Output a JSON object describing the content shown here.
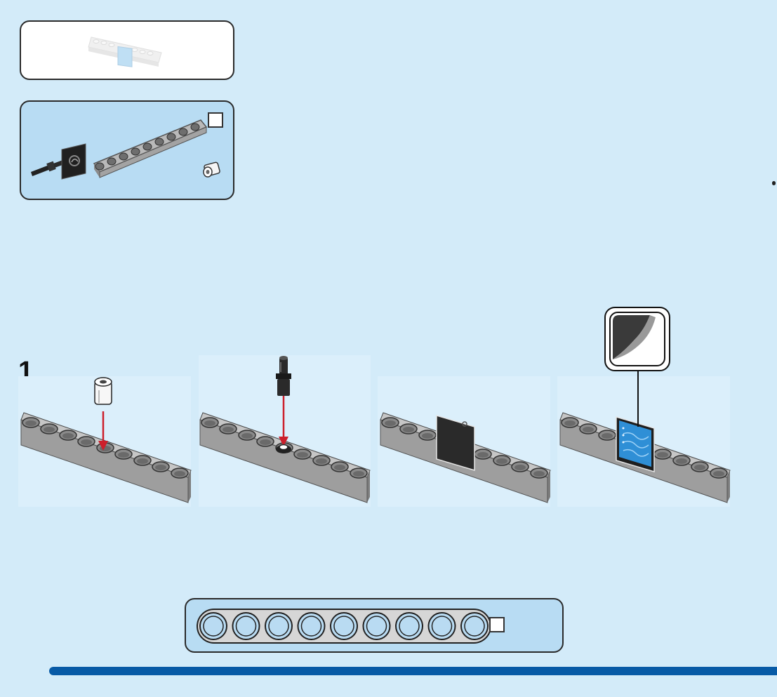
{
  "step": {
    "number": "1"
  },
  "colors": {
    "page_background": "#d3ebf9",
    "panel_background": "#b8dcf3",
    "beam_gray": "#9b9b9b",
    "arrow_red": "#cc1f2b",
    "footer_bar": "#075aa6",
    "sticker_blue": "#2f8fd6"
  },
  "panels": {
    "reference": {
      "icon": "beam-with-sticker-preview-icon"
    },
    "parts": {
      "items": [
        {
          "icon": "axle-pin-black-icon"
        },
        {
          "icon": "sticker-bracket-black-icon"
        },
        {
          "icon": "liftarm-9-gray-icon"
        },
        {
          "icon": "bush-pin-white-icon"
        }
      ]
    },
    "bill_of_materials": {
      "icon": "liftarm-9-holes-icon",
      "holes": 9
    }
  },
  "substeps": [
    {
      "action": "insert-white-pin"
    },
    {
      "action": "insert-black-axle-pin"
    },
    {
      "action": "attach-black-plate"
    },
    {
      "action": "apply-sticker"
    }
  ],
  "sticker_callout": {
    "icon": "sticker-peel-icon"
  }
}
